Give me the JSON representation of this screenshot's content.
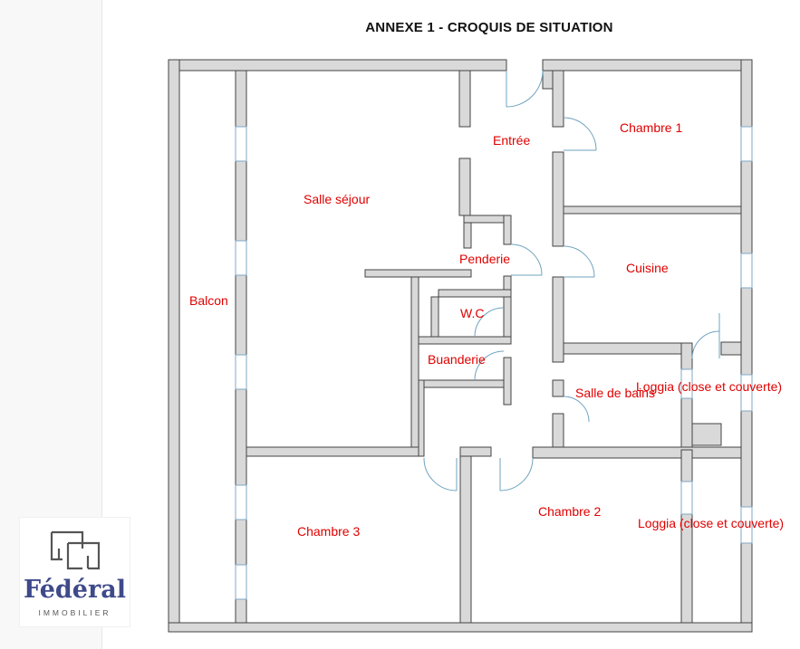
{
  "document": {
    "title": "ANNEXE 1 - CROQUIS DE SITUATION"
  },
  "floor_plan": {
    "wall_color": "#d9d9d9",
    "label_color": "#e00000",
    "rooms": {
      "balcon": "Balcon",
      "salle_sejour": "Salle séjour",
      "entree": "Entrée",
      "chambre_1": "Chambre 1",
      "penderie": "Penderie",
      "cuisine": "Cuisine",
      "wc": "W.C",
      "buanderie": "Buanderie",
      "salle_de_bains": "Salle de bains",
      "loggia_1": "Loggia (close et couverte)",
      "chambre_2": "Chambre 2",
      "loggia_2": "Loggia (close et couverte)",
      "chambre_3": "Chambre 3"
    }
  },
  "logo": {
    "name": "Fédéral",
    "subtitle": "IMMOBILIER",
    "color": "#3e4a8a",
    "icon": "federal-logo-icon"
  }
}
